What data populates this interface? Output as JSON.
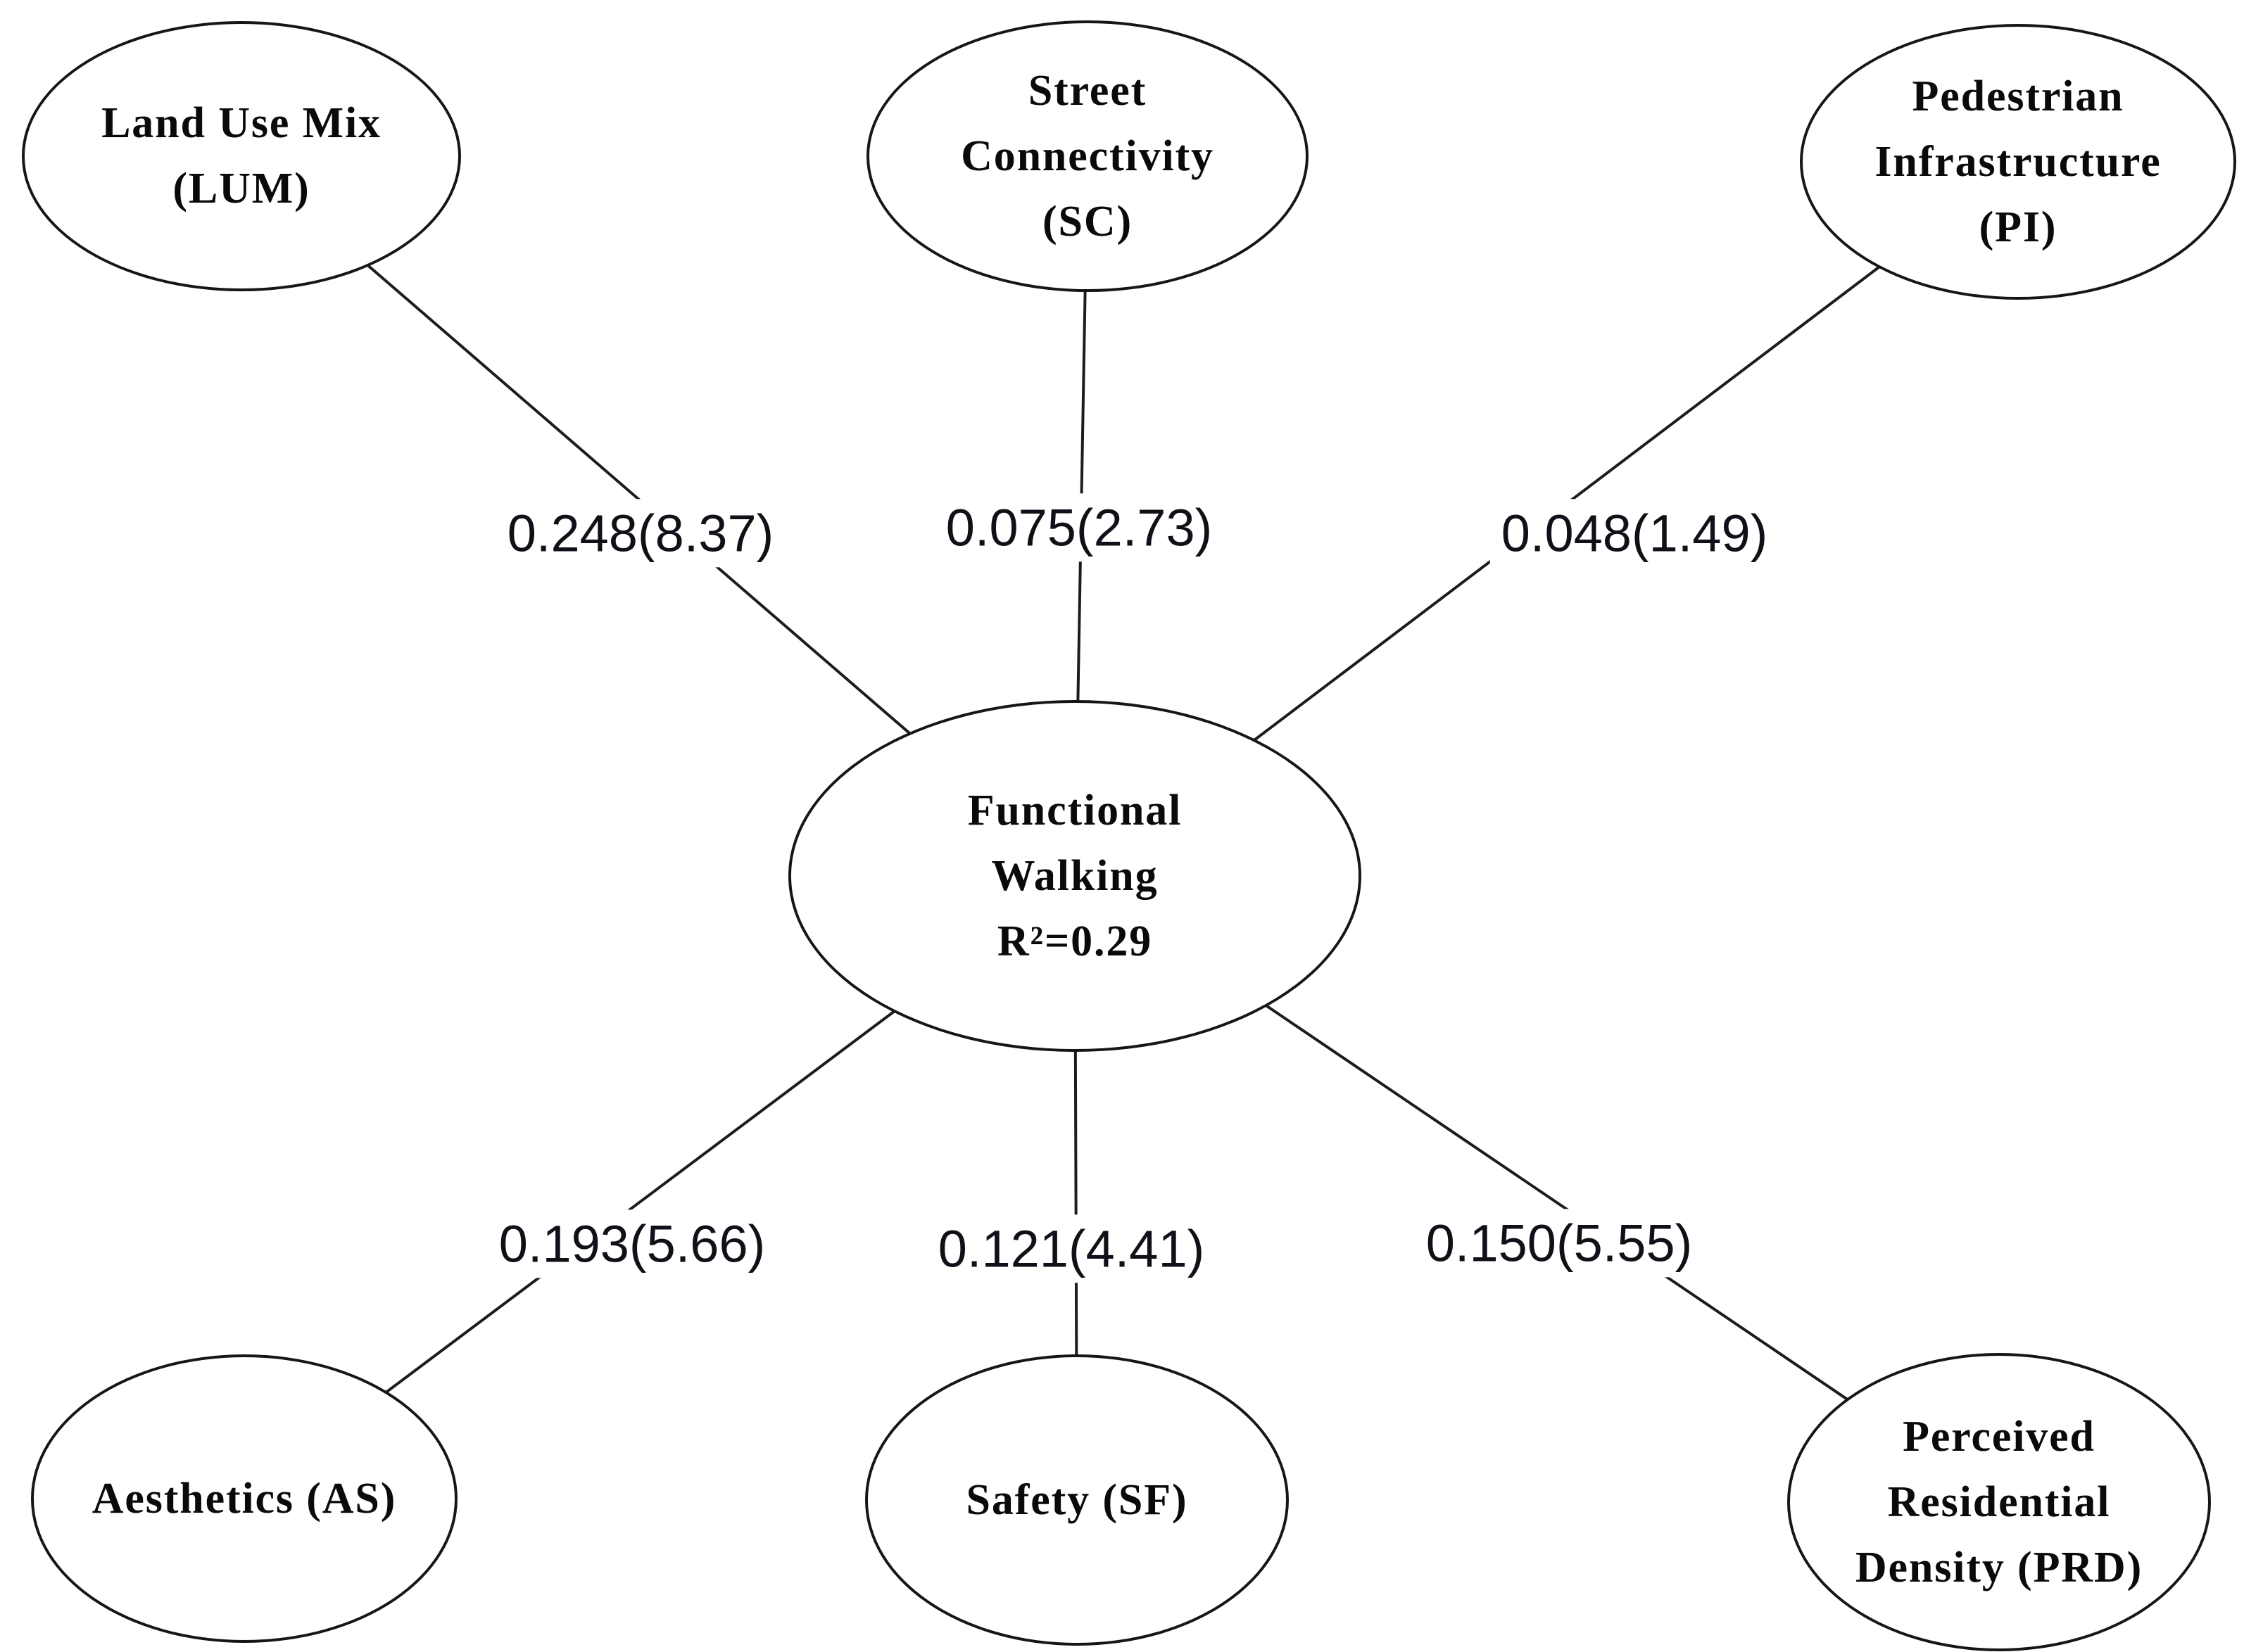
{
  "figure": {
    "type": "sem-path-diagram",
    "background_color": "#ffffff",
    "line_color": "#1c1c1c",
    "node_border_color": "#161616",
    "text_color": "#0a0a0a"
  },
  "nodes": [
    {
      "id": "LUM",
      "lines": [
        "Land Use Mix",
        "(LUM)"
      ]
    },
    {
      "id": "SC",
      "lines": [
        "Street",
        "Connectivity",
        "(SC)"
      ]
    },
    {
      "id": "PI",
      "lines": [
        "Pedestrian",
        "Infrastructure",
        "(PI)"
      ]
    },
    {
      "id": "FW",
      "lines": [
        "Functional",
        "Walking",
        "R²=0.29"
      ]
    },
    {
      "id": "AS",
      "lines": [
        "Aesthetics (AS)"
      ]
    },
    {
      "id": "SF",
      "lines": [
        "Safety (SF)"
      ]
    },
    {
      "id": "PRD",
      "lines": [
        "Perceived",
        "Residential",
        "Density (PRD)"
      ]
    }
  ],
  "edges": [
    {
      "from": "LUM",
      "to": "FW",
      "label": "0.248(8.37)"
    },
    {
      "from": "SC",
      "to": "FW",
      "label": "0.075(2.73)"
    },
    {
      "from": "PI",
      "to": "FW",
      "label": "0.048(1.49)"
    },
    {
      "from": "AS",
      "to": "FW",
      "label": "0.193(5.66)"
    },
    {
      "from": "SF",
      "to": "FW",
      "label": "0.121(4.41)"
    },
    {
      "from": "PRD",
      "to": "FW",
      "label": "0.150(5.55)"
    }
  ]
}
